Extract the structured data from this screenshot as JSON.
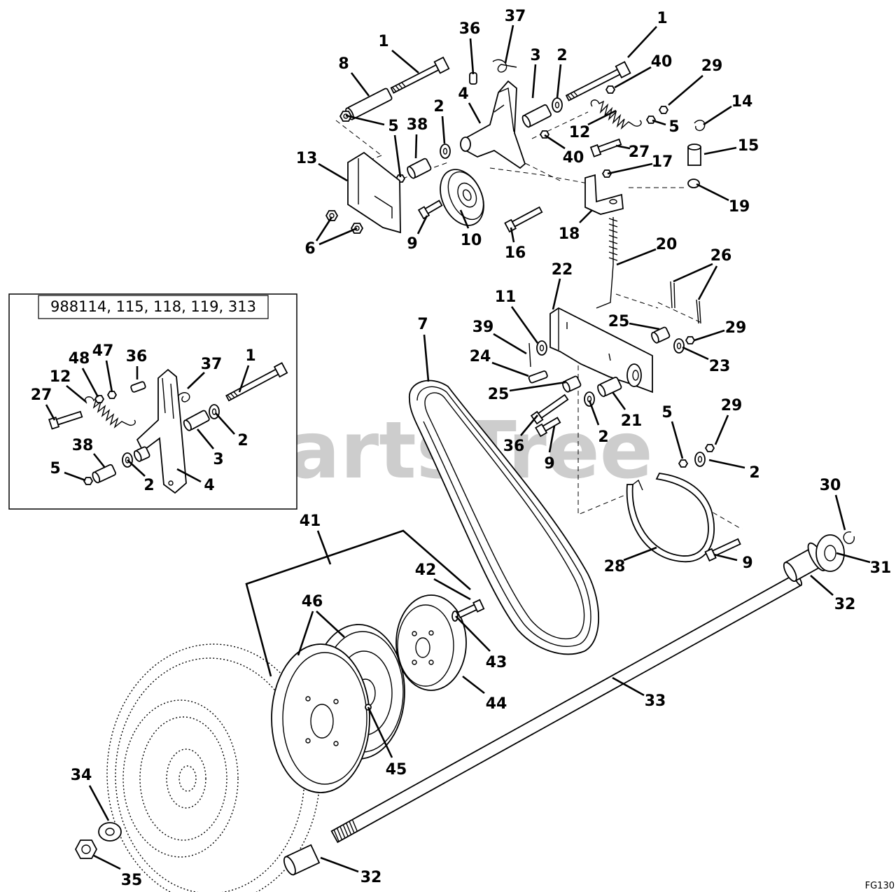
{
  "watermark": "PartsTree",
  "figure_code": "FG130",
  "inset": {
    "title": "988114, 115, 118, 119, 313",
    "callouts": [
      "48",
      "47",
      "36",
      "37",
      "1",
      "12",
      "27",
      "2",
      "3",
      "38",
      "5",
      "2",
      "4"
    ]
  },
  "callouts": [
    "1",
    "8",
    "36",
    "37",
    "3",
    "2",
    "1",
    "40",
    "29",
    "14",
    "4",
    "2",
    "38",
    "5",
    "12",
    "5",
    "15",
    "27",
    "40",
    "17",
    "13",
    "19",
    "18",
    "9",
    "10",
    "16",
    "6",
    "20",
    "22",
    "26",
    "11",
    "7",
    "39",
    "25",
    "29",
    "24",
    "23",
    "25",
    "21",
    "2",
    "36",
    "9",
    "5",
    "29",
    "2",
    "30",
    "31",
    "32",
    "28",
    "9",
    "41",
    "42",
    "46",
    "43",
    "44",
    "33",
    "45",
    "34",
    "35",
    "32"
  ]
}
